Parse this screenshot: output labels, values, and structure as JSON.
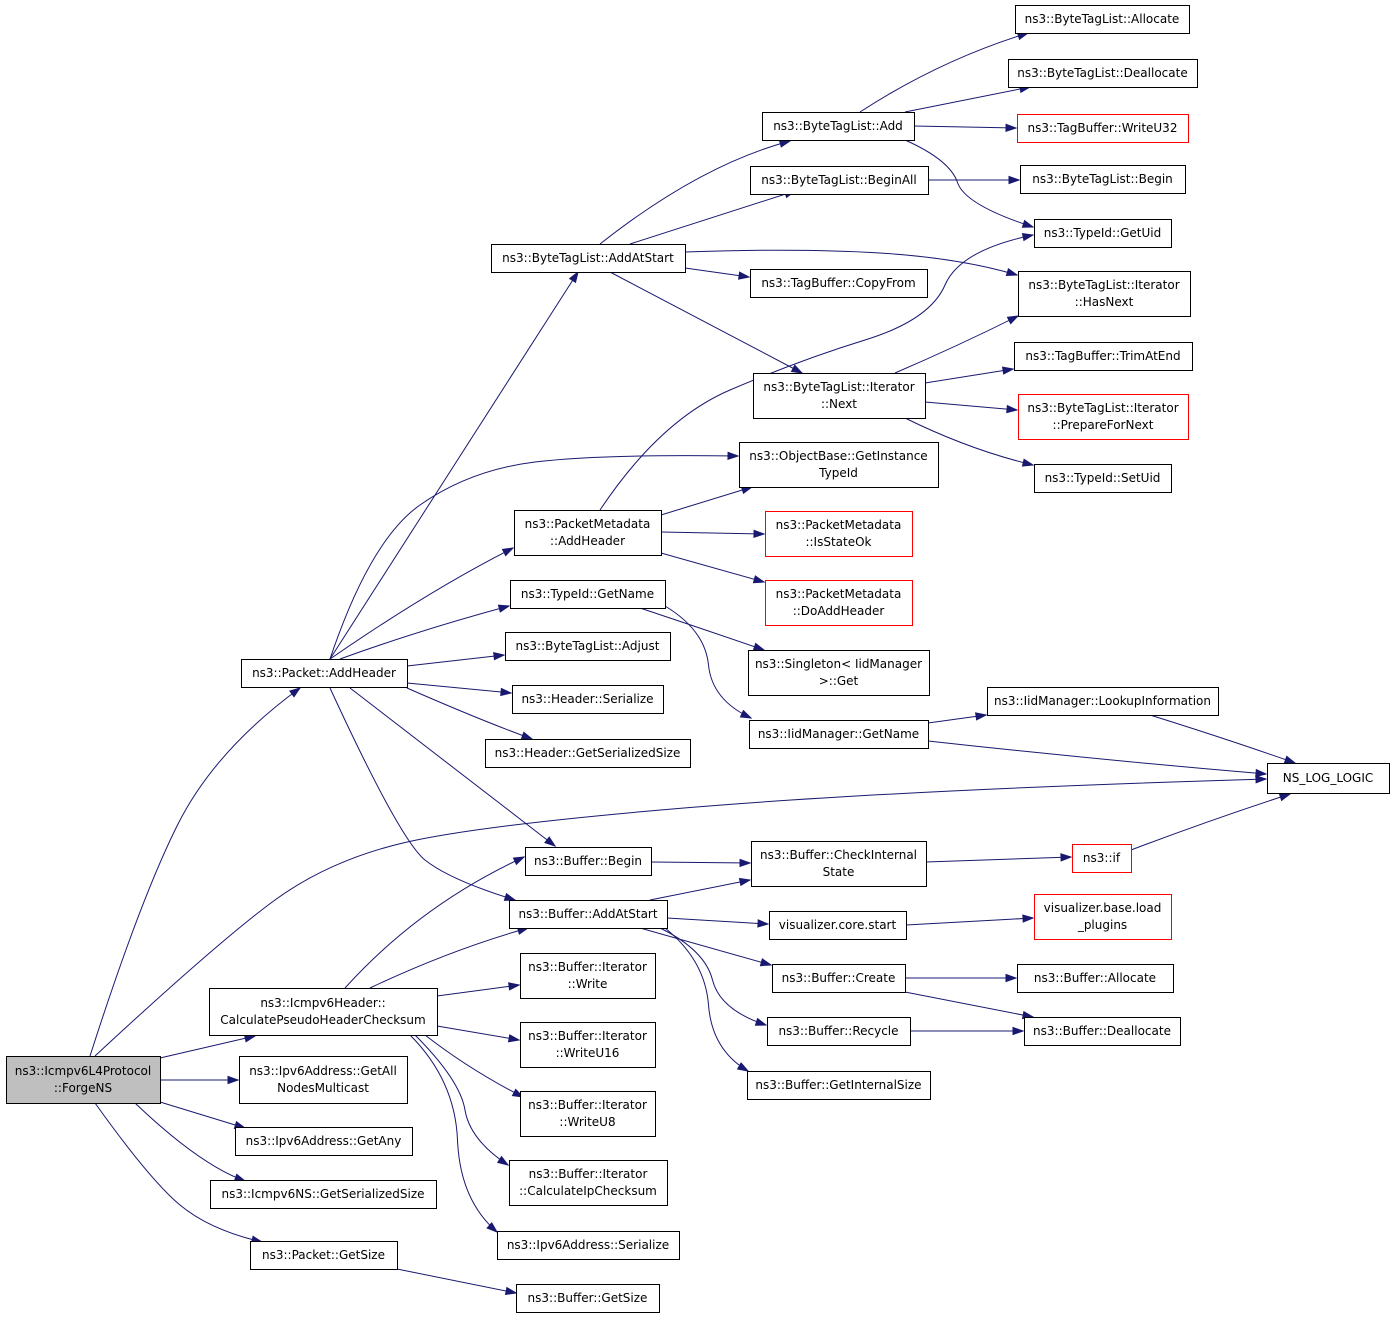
{
  "diagram": {
    "colors": {
      "edge": "#191970",
      "root_fill": "#bfbfbf",
      "border": "#000000",
      "truncated_border": "#ff0000",
      "background": "#ffffff"
    },
    "nodes": [
      {
        "id": "root",
        "lines": [
          "ns3::Icmpv6L4Protocol",
          "::ForgeNS"
        ],
        "style": "root"
      },
      {
        "id": "pkt_addheader",
        "lines": [
          "ns3::Packet::AddHeader"
        ],
        "style": "plain"
      },
      {
        "id": "icmpv6h_calc",
        "lines": [
          "ns3::Icmpv6Header::",
          "CalculatePseudoHeaderChecksum"
        ],
        "style": "plain"
      },
      {
        "id": "ipv6_getallnodes",
        "lines": [
          "ns3::Ipv6Address::GetAll",
          "NodesMulticast"
        ],
        "style": "plain"
      },
      {
        "id": "ipv6_getany",
        "lines": [
          "ns3::Ipv6Address::GetAny"
        ],
        "style": "plain"
      },
      {
        "id": "icmpv6ns_getser",
        "lines": [
          "ns3::Icmpv6NS::GetSerializedSize"
        ],
        "style": "plain"
      },
      {
        "id": "pkt_getsize",
        "lines": [
          "ns3::Packet::GetSize"
        ],
        "style": "plain"
      },
      {
        "id": "btl_addatstart",
        "lines": [
          "ns3::ByteTagList::AddAtStart"
        ],
        "style": "plain"
      },
      {
        "id": "pm_addheader",
        "lines": [
          "ns3::PacketMetadata",
          "::AddHeader"
        ],
        "style": "plain"
      },
      {
        "id": "typeid_getname",
        "lines": [
          "ns3::TypeId::GetName"
        ],
        "style": "plain"
      },
      {
        "id": "btl_adjust",
        "lines": [
          "ns3::ByteTagList::Adjust"
        ],
        "style": "plain"
      },
      {
        "id": "hdr_serialize",
        "lines": [
          "ns3::Header::Serialize"
        ],
        "style": "plain"
      },
      {
        "id": "hdr_getser",
        "lines": [
          "ns3::Header::GetSerializedSize"
        ],
        "style": "plain"
      },
      {
        "id": "buf_begin",
        "lines": [
          "ns3::Buffer::Begin"
        ],
        "style": "plain"
      },
      {
        "id": "buf_addatstart",
        "lines": [
          "ns3::Buffer::AddAtStart"
        ],
        "style": "plain"
      },
      {
        "id": "bi_write",
        "lines": [
          "ns3::Buffer::Iterator",
          "::Write"
        ],
        "style": "plain"
      },
      {
        "id": "bi_writeu16",
        "lines": [
          "ns3::Buffer::Iterator",
          "::WriteU16"
        ],
        "style": "plain"
      },
      {
        "id": "bi_writeu8",
        "lines": [
          "ns3::Buffer::Iterator",
          "::WriteU8"
        ],
        "style": "plain"
      },
      {
        "id": "bi_calcip",
        "lines": [
          "ns3::Buffer::Iterator",
          "::CalculateIpChecksum"
        ],
        "style": "plain"
      },
      {
        "id": "ipv6_serialize",
        "lines": [
          "ns3::Ipv6Address::Serialize"
        ],
        "style": "plain"
      },
      {
        "id": "buf_getsize",
        "lines": [
          "ns3::Buffer::GetSize"
        ],
        "style": "plain"
      },
      {
        "id": "btl_add",
        "lines": [
          "ns3::ByteTagList::Add"
        ],
        "style": "plain"
      },
      {
        "id": "btl_beginall",
        "lines": [
          "ns3::ByteTagList::BeginAll"
        ],
        "style": "plain"
      },
      {
        "id": "tb_copyfrom",
        "lines": [
          "ns3::TagBuffer::CopyFrom"
        ],
        "style": "plain"
      },
      {
        "id": "btli_next",
        "lines": [
          "ns3::ByteTagList::Iterator",
          "::Next"
        ],
        "style": "plain"
      },
      {
        "id": "ob_getinstance",
        "lines": [
          "ns3::ObjectBase::GetInstance",
          "TypeId"
        ],
        "style": "plain"
      },
      {
        "id": "pm_isstateok",
        "lines": [
          "ns3::PacketMetadata",
          "::IsStateOk"
        ],
        "style": "truncated"
      },
      {
        "id": "pm_doaddheader",
        "lines": [
          "ns3::PacketMetadata",
          "::DoAddHeader"
        ],
        "style": "truncated"
      },
      {
        "id": "singleton_get",
        "lines": [
          "ns3::Singleton< IidManager",
          " >::Get"
        ],
        "style": "plain"
      },
      {
        "id": "iid_getname",
        "lines": [
          "ns3::IidManager::GetName"
        ],
        "style": "plain"
      },
      {
        "id": "buf_checkinternal",
        "lines": [
          "ns3::Buffer::CheckInternal",
          "State"
        ],
        "style": "plain"
      },
      {
        "id": "vis_core_start",
        "lines": [
          "visualizer.core.start"
        ],
        "style": "plain"
      },
      {
        "id": "buf_create",
        "lines": [
          "ns3::Buffer::Create"
        ],
        "style": "plain"
      },
      {
        "id": "buf_recycle",
        "lines": [
          "ns3::Buffer::Recycle"
        ],
        "style": "plain"
      },
      {
        "id": "buf_getinternalsize",
        "lines": [
          "ns3::Buffer::GetInternalSize"
        ],
        "style": "plain"
      },
      {
        "id": "btl_allocate",
        "lines": [
          "ns3::ByteTagList::Allocate"
        ],
        "style": "plain"
      },
      {
        "id": "btl_deallocate",
        "lines": [
          "ns3::ByteTagList::Deallocate"
        ],
        "style": "plain"
      },
      {
        "id": "tb_writeu32",
        "lines": [
          "ns3::TagBuffer::WriteU32"
        ],
        "style": "truncated"
      },
      {
        "id": "btl_begin",
        "lines": [
          "ns3::ByteTagList::Begin"
        ],
        "style": "plain"
      },
      {
        "id": "typeid_getuid",
        "lines": [
          "ns3::TypeId::GetUid"
        ],
        "style": "plain"
      },
      {
        "id": "btli_hasnext",
        "lines": [
          "ns3::ByteTagList::Iterator",
          "::HasNext"
        ],
        "style": "plain"
      },
      {
        "id": "tb_trimatend",
        "lines": [
          "ns3::TagBuffer::TrimAtEnd"
        ],
        "style": "plain"
      },
      {
        "id": "btli_preparefornext",
        "lines": [
          "ns3::ByteTagList::Iterator",
          "::PrepareForNext"
        ],
        "style": "truncated"
      },
      {
        "id": "typeid_setuid",
        "lines": [
          "ns3::TypeId::SetUid"
        ],
        "style": "plain"
      },
      {
        "id": "iid_lookup",
        "lines": [
          "ns3::IidManager::LookupInformation"
        ],
        "style": "plain"
      },
      {
        "id": "ns_log_logic",
        "lines": [
          "NS_LOG_LOGIC"
        ],
        "style": "plain"
      },
      {
        "id": "ns3_if",
        "lines": [
          "ns3::if"
        ],
        "style": "truncated"
      },
      {
        "id": "vis_load_plugins",
        "lines": [
          "visualizer.base.load",
          "_plugins"
        ],
        "style": "truncated"
      },
      {
        "id": "buf_allocate",
        "lines": [
          "ns3::Buffer::Allocate"
        ],
        "style": "plain"
      },
      {
        "id": "buf_deallocate",
        "lines": [
          "ns3::Buffer::Deallocate"
        ],
        "style": "plain"
      }
    ],
    "edges": [
      {
        "from": "root",
        "to": "pkt_addheader"
      },
      {
        "from": "root",
        "to": "icmpv6h_calc"
      },
      {
        "from": "root",
        "to": "ipv6_getallnodes"
      },
      {
        "from": "root",
        "to": "ipv6_getany"
      },
      {
        "from": "root",
        "to": "icmpv6ns_getser"
      },
      {
        "from": "root",
        "to": "pkt_getsize"
      },
      {
        "from": "root",
        "to": "ns_log_logic"
      },
      {
        "from": "pkt_addheader",
        "to": "btl_addatstart"
      },
      {
        "from": "pkt_addheader",
        "to": "ob_getinstance"
      },
      {
        "from": "pkt_addheader",
        "to": "pm_addheader"
      },
      {
        "from": "pkt_addheader",
        "to": "typeid_getname"
      },
      {
        "from": "pkt_addheader",
        "to": "btl_adjust"
      },
      {
        "from": "pkt_addheader",
        "to": "hdr_serialize"
      },
      {
        "from": "pkt_addheader",
        "to": "hdr_getser"
      },
      {
        "from": "pkt_addheader",
        "to": "buf_begin"
      },
      {
        "from": "pkt_addheader",
        "to": "buf_addatstart"
      },
      {
        "from": "icmpv6h_calc",
        "to": "buf_begin"
      },
      {
        "from": "icmpv6h_calc",
        "to": "buf_addatstart"
      },
      {
        "from": "icmpv6h_calc",
        "to": "bi_write"
      },
      {
        "from": "icmpv6h_calc",
        "to": "bi_writeu16"
      },
      {
        "from": "icmpv6h_calc",
        "to": "bi_writeu8"
      },
      {
        "from": "icmpv6h_calc",
        "to": "bi_calcip"
      },
      {
        "from": "icmpv6h_calc",
        "to": "ipv6_serialize"
      },
      {
        "from": "pkt_getsize",
        "to": "buf_getsize"
      },
      {
        "from": "btl_addatstart",
        "to": "btl_add"
      },
      {
        "from": "btl_addatstart",
        "to": "btl_beginall"
      },
      {
        "from": "btl_addatstart",
        "to": "tb_copyfrom"
      },
      {
        "from": "btl_addatstart",
        "to": "btli_next"
      },
      {
        "from": "btl_addatstart",
        "to": "btli_hasnext"
      },
      {
        "from": "pm_addheader",
        "to": "ob_getinstance"
      },
      {
        "from": "pm_addheader",
        "to": "pm_isstateok"
      },
      {
        "from": "pm_addheader",
        "to": "pm_doaddheader"
      },
      {
        "from": "pm_addheader",
        "to": "typeid_getuid"
      },
      {
        "from": "typeid_getname",
        "to": "singleton_get"
      },
      {
        "from": "typeid_getname",
        "to": "iid_getname"
      },
      {
        "from": "buf_begin",
        "to": "buf_checkinternal"
      },
      {
        "from": "buf_addatstart",
        "to": "buf_checkinternal"
      },
      {
        "from": "buf_addatstart",
        "to": "vis_core_start"
      },
      {
        "from": "buf_addatstart",
        "to": "buf_create"
      },
      {
        "from": "buf_addatstart",
        "to": "buf_recycle"
      },
      {
        "from": "buf_addatstart",
        "to": "buf_getinternalsize"
      },
      {
        "from": "btl_add",
        "to": "btl_allocate"
      },
      {
        "from": "btl_add",
        "to": "btl_deallocate"
      },
      {
        "from": "btl_add",
        "to": "tb_writeu32"
      },
      {
        "from": "btl_add",
        "to": "typeid_getuid"
      },
      {
        "from": "btl_beginall",
        "to": "btl_begin"
      },
      {
        "from": "btli_next",
        "to": "btli_hasnext"
      },
      {
        "from": "btli_next",
        "to": "tb_trimatend"
      },
      {
        "from": "btli_next",
        "to": "btli_preparefornext"
      },
      {
        "from": "btli_next",
        "to": "typeid_setuid"
      },
      {
        "from": "iid_getname",
        "to": "iid_lookup"
      },
      {
        "from": "iid_getname",
        "to": "ns_log_logic"
      },
      {
        "from": "iid_lookup",
        "to": "ns_log_logic"
      },
      {
        "from": "buf_checkinternal",
        "to": "ns3_if"
      },
      {
        "from": "ns3_if",
        "to": "ns_log_logic"
      },
      {
        "from": "vis_core_start",
        "to": "vis_load_plugins"
      },
      {
        "from": "buf_create",
        "to": "buf_allocate"
      },
      {
        "from": "buf_create",
        "to": "buf_deallocate"
      },
      {
        "from": "buf_recycle",
        "to": "buf_deallocate"
      }
    ]
  }
}
